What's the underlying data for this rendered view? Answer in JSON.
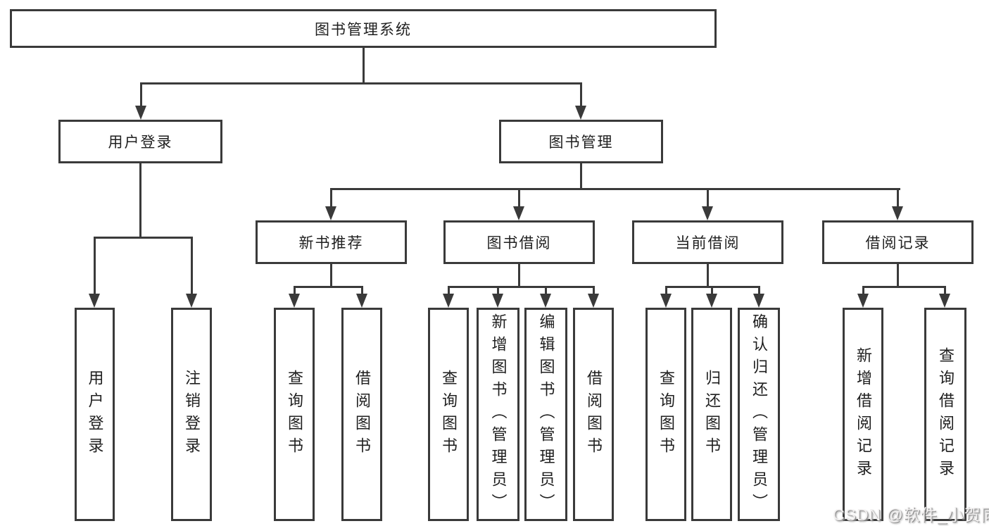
{
  "diagram": {
    "title": "图书管理系统",
    "type": "hierarchy-tree",
    "hierarchy": {
      "root": "图书管理系统",
      "children": [
        {
          "label": "用户登录",
          "children": [
            "用户登录",
            "注销登录"
          ]
        },
        {
          "label": "图书管理",
          "children": [
            {
              "label": "新书推荐",
              "children": [
                "查询图书",
                "借阅图书"
              ]
            },
            {
              "label": "图书借阅",
              "children": [
                "查询图书",
                "新增图书（管理员）",
                "编辑图书（管理员）",
                "借阅图书"
              ]
            },
            {
              "label": "当前借阅",
              "children": [
                "查询图书",
                "归还图书",
                "确认归还（管理员）"
              ]
            },
            {
              "label": "借阅记录",
              "children": [
                "新增借阅记录",
                "查询借阅记录"
              ]
            }
          ]
        }
      ]
    }
  },
  "nodes": {
    "root": "图书管理系统",
    "user_login": "用户登录",
    "book_management": "图书管理",
    "new_book_recommend": "新书推荐",
    "book_borrowing": "图书借阅",
    "current_borrowing": "当前借阅",
    "borrowing_records": "借阅记录",
    "leaves": {
      "user_login": "用户登录",
      "logout": "注销登录",
      "rec_query_books": "查询图书",
      "rec_borrow_books": "借阅图书",
      "bor_query_books": "查询图书",
      "bor_add_books": "新增图书（管理员）",
      "bor_edit_books": "编辑图书（管理员）",
      "bor_borrow_books": "借阅图书",
      "cur_query_books": "查询图书",
      "cur_return_books": "归还图书",
      "cur_confirm_return": "确认归还（管理员）",
      "log_add_record": "新增借阅记录",
      "log_query_record": "查询借阅记录"
    }
  },
  "watermark": {
    "text": "CSDN @软件_小贺同学"
  },
  "colors": {
    "line": "#3a3a3a",
    "background": "#ffffff",
    "text": "#1f1f1f",
    "watermark_text": "#f2f0f0"
  }
}
